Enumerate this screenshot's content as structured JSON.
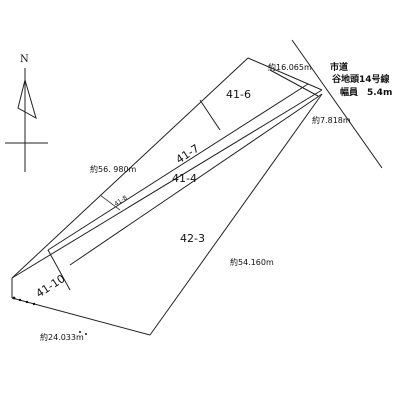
{
  "north": {
    "label": "N"
  },
  "road": {
    "line1": "市道",
    "line2": "谷地頭14号線",
    "line3": "幅員　5.4m"
  },
  "plots": {
    "p41_6": "41-6",
    "p41_7": "41-7",
    "p41_4": "41-4",
    "p42_3": "42-3",
    "p41_10": "41-10",
    "p41_8": "41-8"
  },
  "dimensions": {
    "top": "約16.065m",
    "right": "約7.818m",
    "left": "約56. 980m",
    "bottom_right": "約54.160m",
    "bottom_left": "約24.033m"
  }
}
